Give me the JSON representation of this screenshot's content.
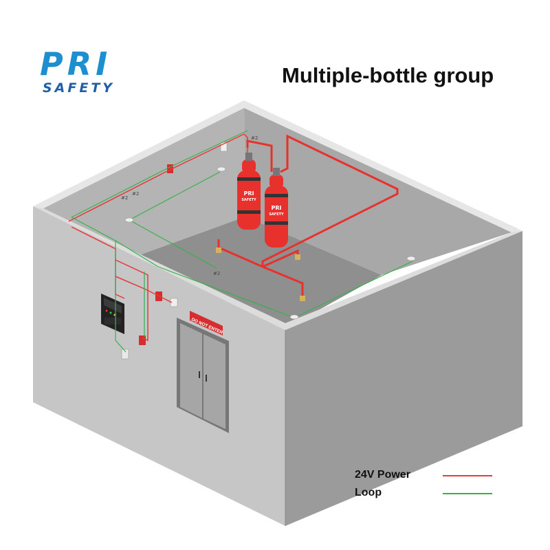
{
  "logo": {
    "line1": "PRI",
    "line2": "SAFETY"
  },
  "title": "Multiple-bottle group",
  "door_sign": "DO NOT ENTER",
  "cylinder_label": {
    "line1": "PRI",
    "line2": "SAFETY"
  },
  "cable_tag": "#2",
  "legend": [
    {
      "label": "24V Power",
      "color": "#e8393a"
    },
    {
      "label": "Loop",
      "color": "#35b34a"
    }
  ],
  "colors": {
    "power": "#e8393a",
    "loop": "#35b34a",
    "cylinder": "#e8302d",
    "brand_blue": "#1d8fd0"
  }
}
